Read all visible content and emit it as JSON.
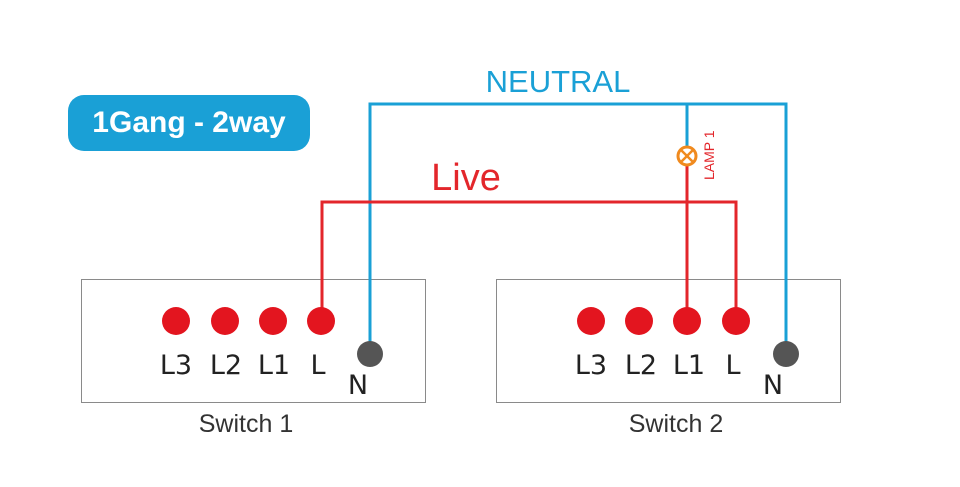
{
  "badge": {
    "label": "1Gang - 2way"
  },
  "wires": {
    "neutral_label": "NEUTRAL",
    "live_label": "Live"
  },
  "lamp": {
    "label": "LAMP 1"
  },
  "switches": [
    {
      "caption": "Switch 1",
      "terminals": [
        "L3",
        "L2",
        "L1",
        "L"
      ],
      "neutral": "N"
    },
    {
      "caption": "Switch 2",
      "terminals": [
        "L3",
        "L2",
        "L1",
        "L"
      ],
      "neutral": "N"
    }
  ],
  "colors": {
    "neutral": "#1aa0d6",
    "live": "#e3262b",
    "badge": "#1aa0d6",
    "terminal": "#e3151f",
    "neutral_terminal": "#555555",
    "lamp": "#f08a1e"
  }
}
